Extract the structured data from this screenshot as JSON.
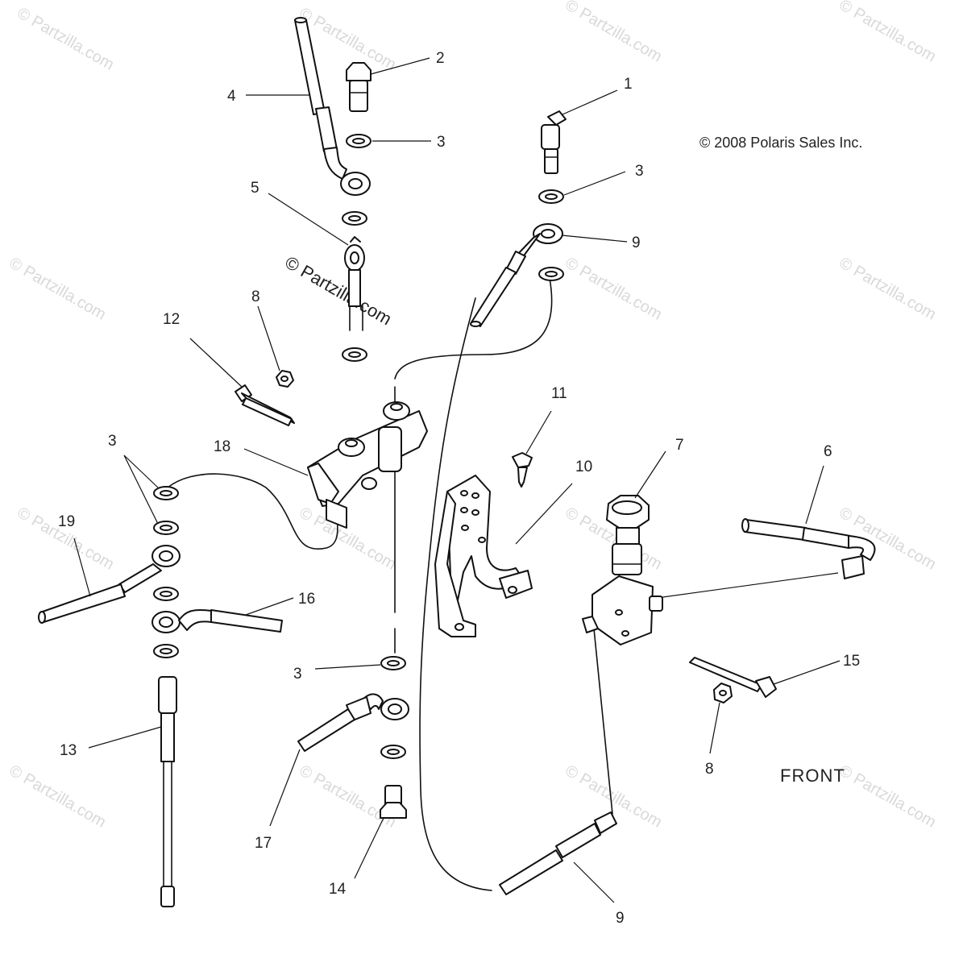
{
  "diagram": {
    "copyright": "© 2008 Polaris Sales Inc.",
    "orientation_label": "FRONT",
    "watermark_main": "© Partzilla.com",
    "watermark_repeat": "© Partzilla.com"
  },
  "callouts": [
    {
      "id": "c1",
      "label": "1"
    },
    {
      "id": "c2",
      "label": "2"
    },
    {
      "id": "c3a",
      "label": "3"
    },
    {
      "id": "c3b",
      "label": "3"
    },
    {
      "id": "c3c",
      "label": "3"
    },
    {
      "id": "c3d",
      "label": "3"
    },
    {
      "id": "c4",
      "label": "4"
    },
    {
      "id": "c5",
      "label": "5"
    },
    {
      "id": "c6",
      "label": "6"
    },
    {
      "id": "c7",
      "label": "7"
    },
    {
      "id": "c8a",
      "label": "8"
    },
    {
      "id": "c8b",
      "label": "8"
    },
    {
      "id": "c9a",
      "label": "9"
    },
    {
      "id": "c9b",
      "label": "9"
    },
    {
      "id": "c10",
      "label": "10"
    },
    {
      "id": "c11",
      "label": "11"
    },
    {
      "id": "c12",
      "label": "12"
    },
    {
      "id": "c13",
      "label": "13"
    },
    {
      "id": "c14",
      "label": "14"
    },
    {
      "id": "c15",
      "label": "15"
    },
    {
      "id": "c16",
      "label": "16"
    },
    {
      "id": "c17",
      "label": "17"
    },
    {
      "id": "c18",
      "label": "18"
    },
    {
      "id": "c19",
      "label": "19"
    }
  ]
}
